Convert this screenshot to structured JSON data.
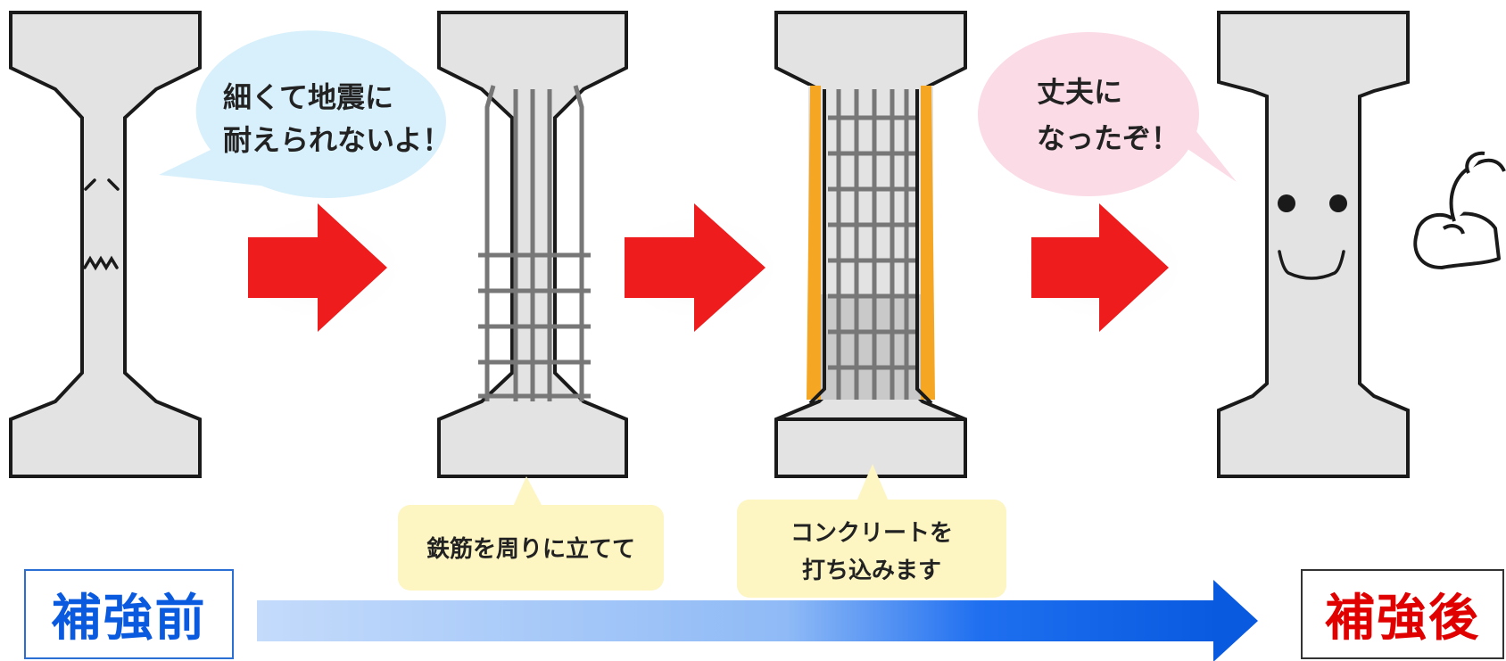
{
  "bubble_before": {
    "line1": "細くて地震に",
    "line2": "耐えられないよ！"
  },
  "bubble_after": {
    "line1": "丈夫に",
    "line2": "なったぞ！"
  },
  "note_rebar": {
    "line1": "鉄筋を周りに立てて"
  },
  "note_concrete": {
    "line1": "コンクリートを",
    "line2": "打ち込みます"
  },
  "label_before": "補強前",
  "label_after": "補強後",
  "colors": {
    "concrete": "#e3e3e3",
    "outline": "#1a1a1a",
    "arrow_red": "#ee1c1c",
    "rebar": "#777777",
    "formwork": "#f5a623",
    "bubble_blue": "#d8f0fb",
    "bubble_pink": "#fbdbe6",
    "note_yellow": "#fdf5c2",
    "timeline_start": "#bcd6fb",
    "timeline_end": "#0a5ae0",
    "before_text": "#0a5ae0",
    "after_text": "#e00000"
  },
  "icons": [
    "weak-face-icon",
    "happy-face-icon",
    "flexed-arm-icon",
    "red-arrow-icon"
  ]
}
